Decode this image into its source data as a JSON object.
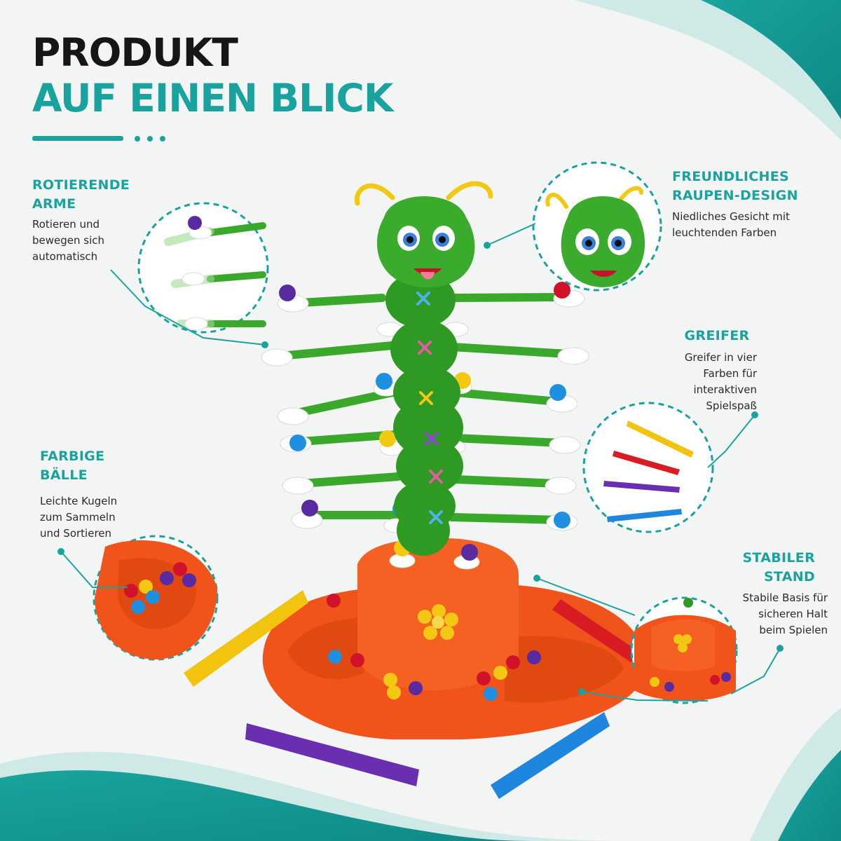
{
  "header": {
    "title_line1": "PRODUKT",
    "title_line2": "AUF EINEN BLICK"
  },
  "features": [
    {
      "heading_lines": [
        "ROTIERENDE",
        "ARME"
      ],
      "desc_lines": [
        "Rotieren und",
        "bewegen sich",
        "automatisch"
      ]
    },
    {
      "heading_lines": [
        "FARBIGE",
        "BÄLLE"
      ],
      "desc_lines": [
        "Leichte Kugeln",
        "zum Sammeln",
        "und Sortieren"
      ]
    },
    {
      "heading_lines": [
        "FREUNDLICHES",
        "RAUPEN-DESIGN"
      ],
      "desc_lines": [
        "Niedliches Gesicht mit",
        "leuchtenden Farben"
      ]
    },
    {
      "heading_lines": [
        "GREIFER"
      ],
      "desc_lines": [
        "Greifer in vier",
        "Farben für",
        "interaktiven",
        "Spielspaß"
      ]
    },
    {
      "heading_lines": [
        "STABILER",
        "STAND"
      ],
      "desc_lines": [
        "Stabile Basis für",
        "sicheren Halt",
        "beim Spielen"
      ]
    }
  ],
  "colors": {
    "teal": "#1aa39e",
    "dark": "#161616",
    "caterpillar_green": "#2e9a24",
    "base_orange": "#f0541a",
    "ball_colors": [
      "#d0132a",
      "#5a2aa0",
      "#1f8fe0",
      "#f3c813"
    ],
    "tweezer_colors": [
      "#f3c40f",
      "#d81c24",
      "#6a2fb0",
      "#1f86e0"
    ]
  },
  "icons": {
    "product": "caterpillar-toy-illustration",
    "callout_rings": "dashed-circle-callout"
  }
}
